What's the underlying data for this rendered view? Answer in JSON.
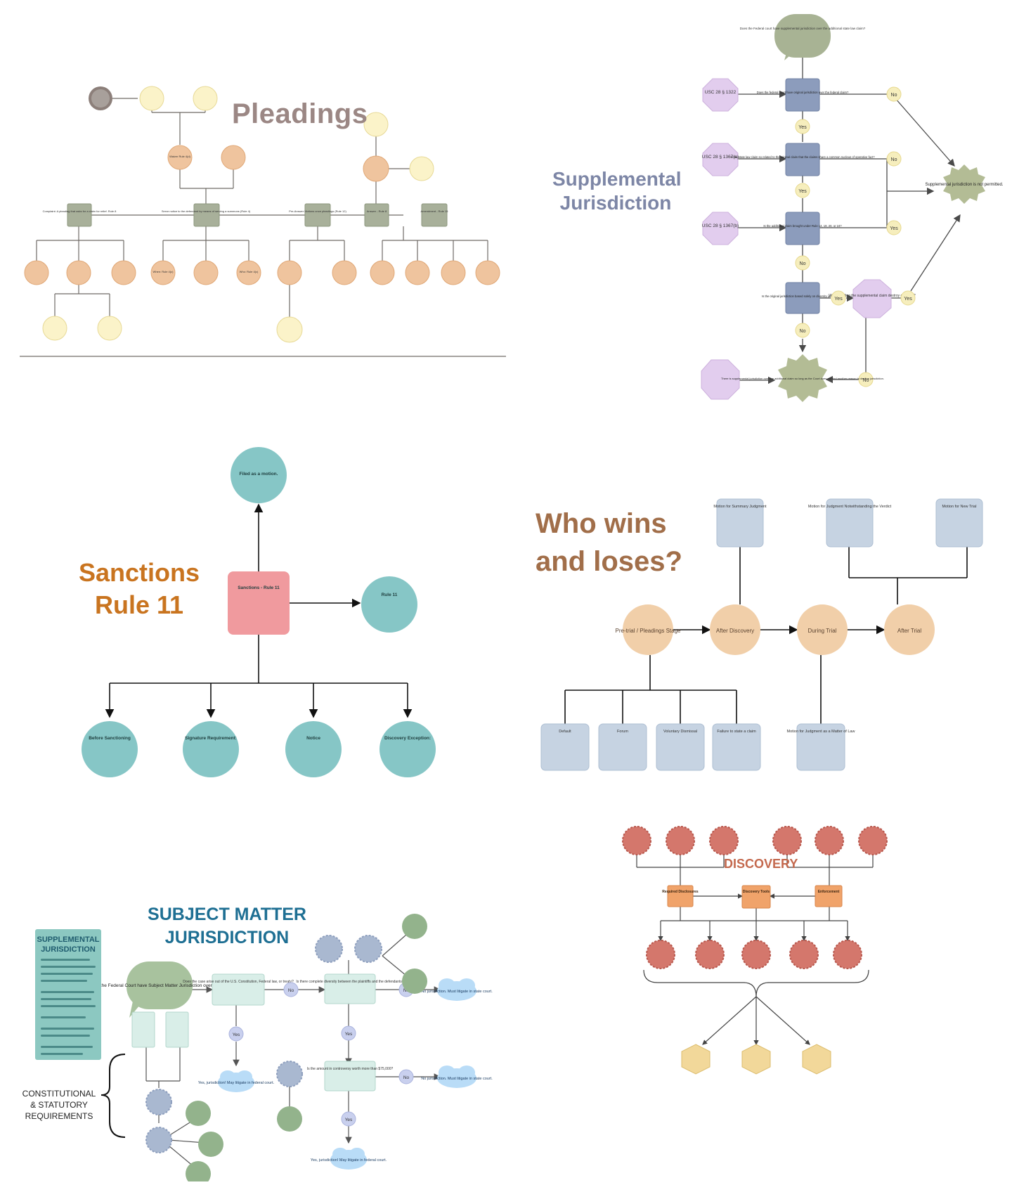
{
  "pleadings": {
    "title": "Pleadings",
    "nodes": {
      "complaint": "Complaint: A pleading that asks for a claim for relief. Rule 8",
      "service": "Serve notice to the defendant by means of serving a summons (Rule 4)",
      "pre_answer": "Pre-Answer Motions once pleadings (Rule 12)",
      "answer": "Answer - Rule 8",
      "amendment": "Amendment - Rule 15",
      "waiver": "Waiver Rule 4(d)",
      "when": "When: Rule 4(c)",
      "who": "Who: Rule 4(c)"
    }
  },
  "supplemental": {
    "title_line1": "Supplemental",
    "title_line2": "Jurisdiction",
    "question": "Does the Federal court have supplemental jurisdiction over the additional state law claim?",
    "usc_1": "USC 28 § 1322",
    "usc_2": "USC 28 § 1367(a)",
    "usc_3": "USC 28 § 1367(b)",
    "not_permitted": "Supplemental jurisdiction is not permitted.",
    "is_jurisdiction": "There is supplemental jurisdiction over the additional claim so long as the Court does not find another reason to decline jurisdiction.",
    "q1": "Does the federal court have original jurisdiction over the federal claim?",
    "q2": "Is the state law claim so related to the original claim that the claims share a common nucleus of operative fact?",
    "q3": "Is the additional claim brought under Rule 14, 19, 20, or 24?",
    "q4": "Is the original jurisdiction based solely on diversity jurisdiction?",
    "q5": "Would adding the supplemental claim destroy diversity?",
    "yes": "Yes",
    "no": "No"
  },
  "sanctions": {
    "title_line1": "Sanctions",
    "title_line2": "Rule 11",
    "center": "Sanctions - Rule 11",
    "top": "Filed as a motion.",
    "right": "Rule 11",
    "bottom_1": "Before Sanctioning",
    "bottom_2": "Signature Requirement:",
    "bottom_3": "Notice",
    "bottom_4": "Discovery Exception:"
  },
  "who_wins": {
    "title_line1": "Who wins",
    "title_line2": "and loses?",
    "stages": [
      "Pre-trial / Pleadings Stage",
      "After Discovery",
      "During Trial",
      "After Trial"
    ],
    "top_cards": [
      "Motion for Summary Judgment",
      "Motion for Judgment Notwithstanding the Verdict",
      "Motion for New Trial"
    ],
    "bottom_cards": [
      "Default",
      "Forum",
      "Voluntary Dismissal",
      "Failure to state a claim",
      "Motion for Judgment as a Matter of Law"
    ]
  },
  "smj": {
    "title_line1": "SUBJECT MATTER",
    "title_line2": "JURISDICTION",
    "supp_box_title": "SUPPLEMENTAL JURISDICTION",
    "bubble": "Does the Federal Court have Subject Matter Jurisdiction over the suit?",
    "q1": "Does the case arise out of the U.S. Constitution, Federal law, or treaty?",
    "q2": "Is there complete diversity between the plaintiffs and the defendants?",
    "q3": "Is the amount in controversy worth more than $75,000?",
    "no_juris_1": "No jurisdiction. Must litigate in state court.",
    "no_juris_2": "No jurisdiction. Must litigate in state court.",
    "yes_juris_1": "Yes, jurisdiction! May litigate in federal court.",
    "yes_juris_2": "Yes, jurisdiction! May litigate in federal court.",
    "constitutional": "CONSTITUTIONAL & STATUTORY REQUIREMENTS",
    "yes": "Yes",
    "no": "No"
  },
  "discovery": {
    "title": "DISCOVERY",
    "center": "Discovery Tools",
    "left": "Required Disclosures",
    "right": "Enforcement"
  },
  "colors": {
    "peach": "#efc49e",
    "cream": "#fbf3c9",
    "sage": "#a8b09a",
    "lilac": "#e2cdee",
    "slate": "#8c9cbc",
    "yellow": "#f6eebd",
    "teal": "#86c6c6",
    "pink": "#f09a9e",
    "tan": "#f1cfa9",
    "bluegray": "#c6d3e2",
    "red": "#d4776c",
    "orange": "#f0a36a",
    "gold": "#f2d89a",
    "green": "#93b38c",
    "mint": "#d9eee8"
  }
}
